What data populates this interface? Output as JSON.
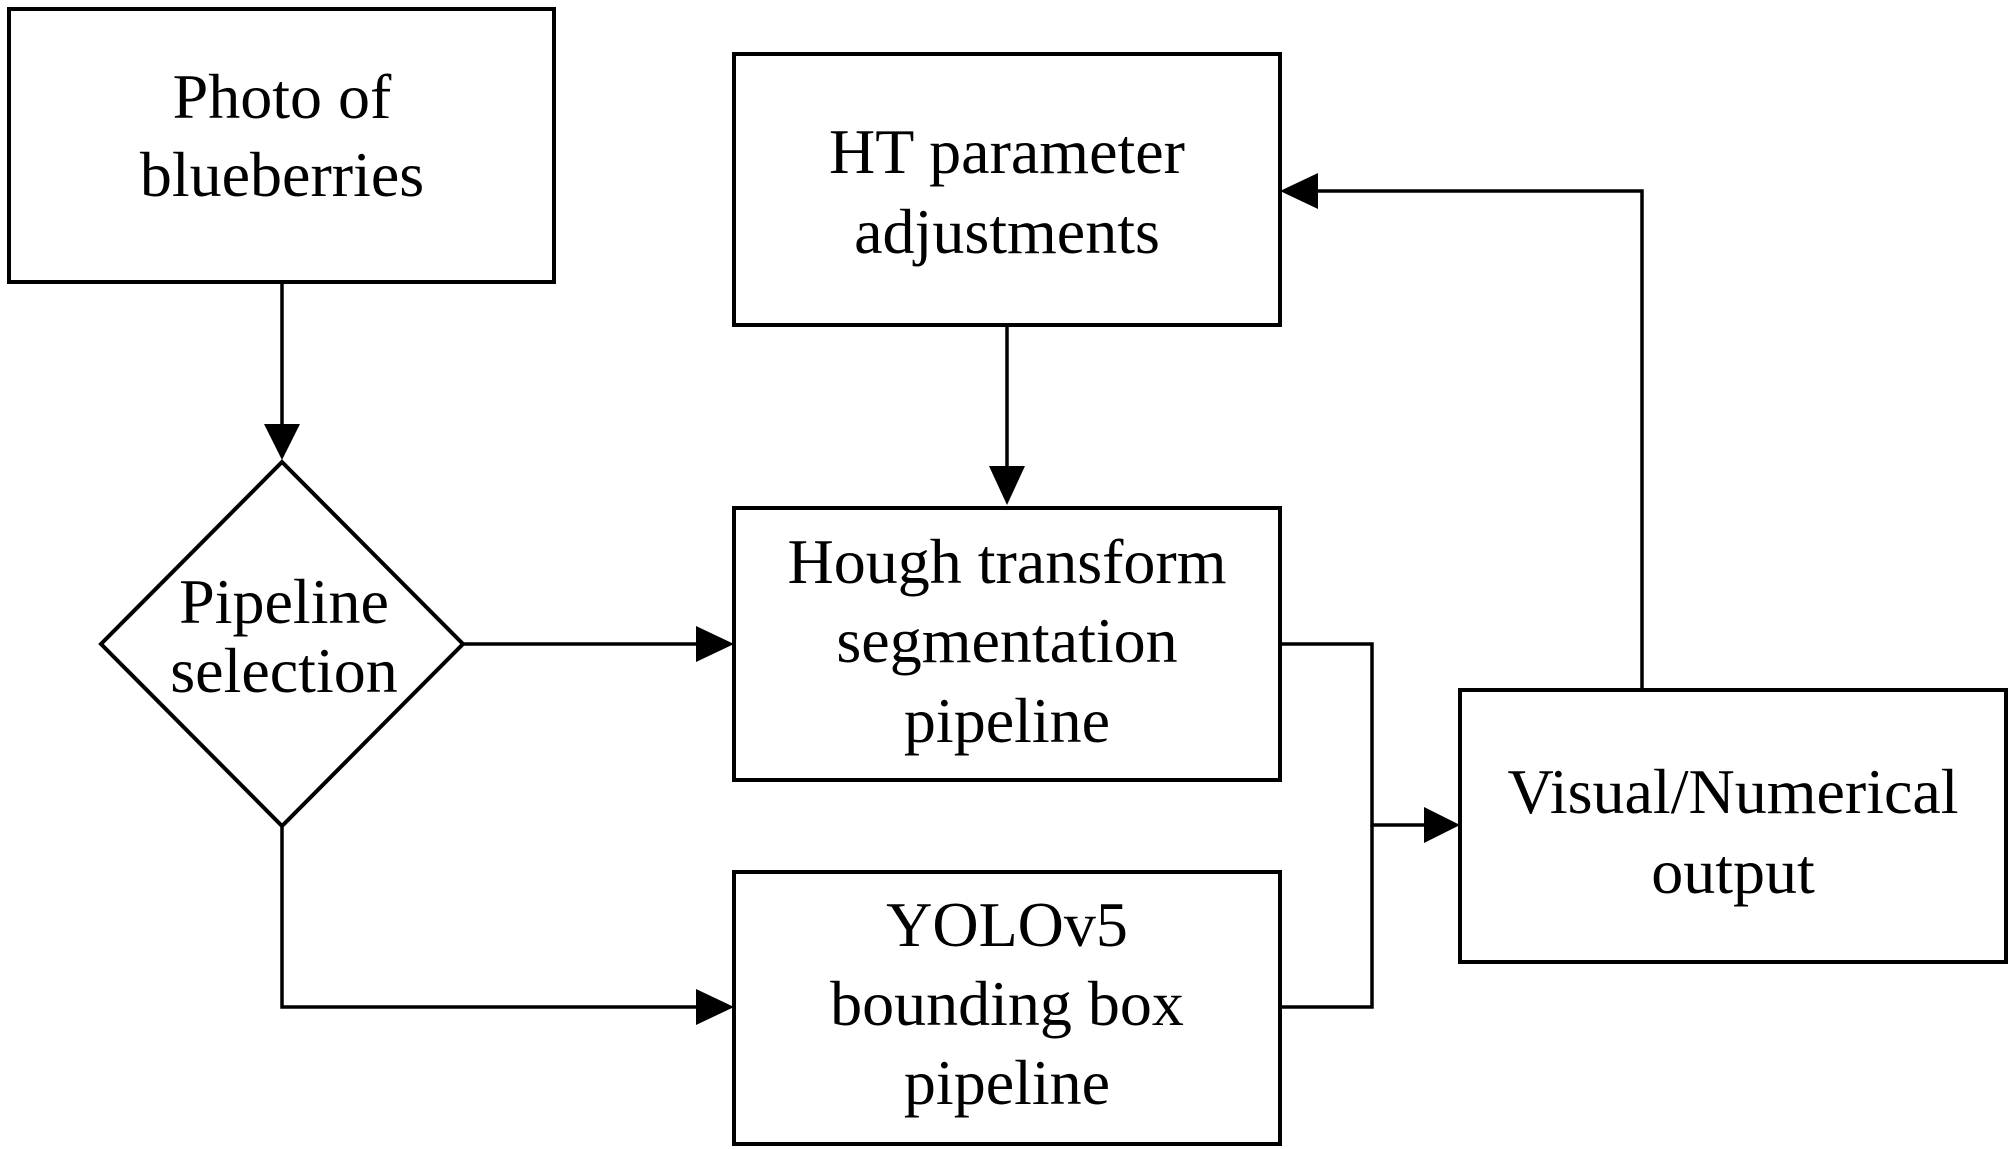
{
  "nodes": {
    "photo": {
      "lines": [
        "Photo of",
        "blueberries"
      ]
    },
    "selection": {
      "lines": [
        "Pipeline",
        "selection"
      ]
    },
    "ht_params": {
      "lines": [
        "HT parameter",
        "adjustments"
      ]
    },
    "hough": {
      "lines": [
        "Hough transform",
        "segmentation",
        "pipeline"
      ]
    },
    "yolo": {
      "lines": [
        "YOLOv5",
        "bounding box",
        "pipeline"
      ]
    },
    "output": {
      "lines": [
        "Visual/Numerical",
        "output"
      ]
    }
  },
  "edges": [
    {
      "from": "photo",
      "to": "selection"
    },
    {
      "from": "selection",
      "to": "hough"
    },
    {
      "from": "selection",
      "to": "yolo"
    },
    {
      "from": "ht_params",
      "to": "hough"
    },
    {
      "from": "hough",
      "to": "output"
    },
    {
      "from": "yolo",
      "to": "output"
    },
    {
      "from": "output",
      "to": "ht_params"
    }
  ]
}
